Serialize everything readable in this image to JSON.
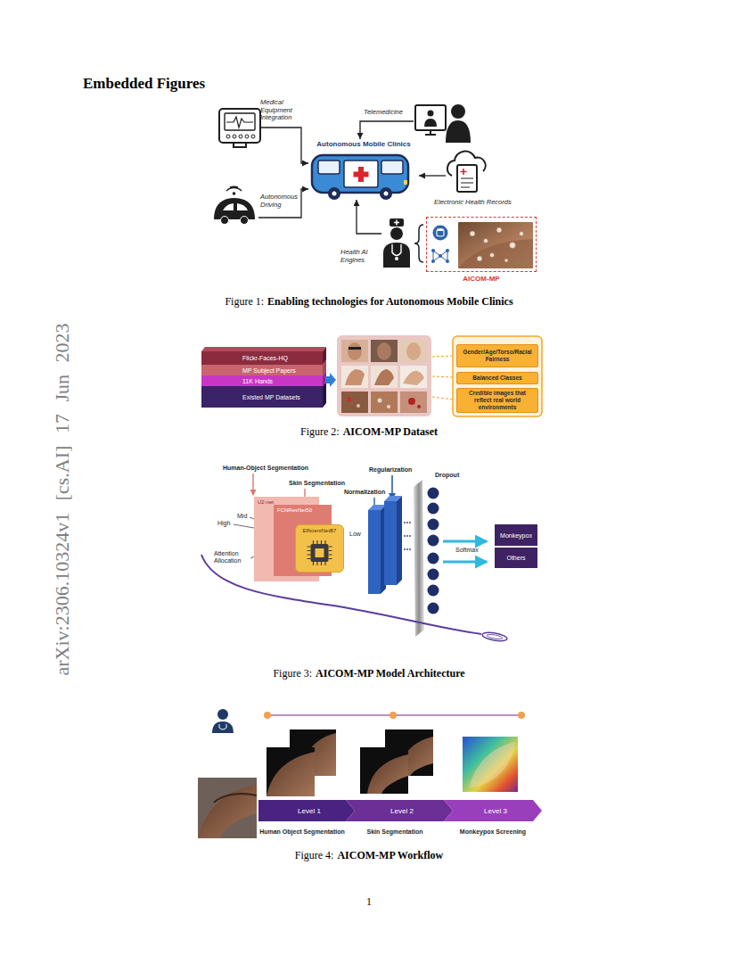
{
  "diagram": {
    "title": "Embedded Figures",
    "nodes": [
      {
        "text": [
          "Medical Equipment Integration"
        ]
      },
      {
        "text": [
          "Telemedicine"
        ]
      },
      {
        "text": [
          "Autonomous Mobile Clinics"
        ]
      },
      {
        "text": [
          "Electronic Health Records"
        ]
      },
      {
        "text": [
          "Autonomous Driving"
        ]
      },
      {
        "text": [
          "Health AI Engines"
        ]
      },
      {
        "text": [
          "AICOM-MP"
        ]
      },
      {
        "text": [
          "Flickr-Faces-HQ"
        ]
      },
      {
        "text": [
          "MP Subject Papers"
        ]
      },
      {
        "text": [
          "11K Hands"
        ]
      },
      {
        "text": [
          "Existed MP Datasets"
        ]
      },
      {
        "text": [
          "Gender/Age/Torso/Racial Fairness"
        ]
      },
      {
        "text": [
          "Balanced Classes"
        ]
      },
      {
        "text": [
          "Credible images that reflect real world environments"
        ]
      },
      {
        "text": [
          "U2-net"
        ]
      },
      {
        "text": [
          "FCNResNet50"
        ]
      },
      {
        "text": [
          "EfficientNetB7"
        ]
      },
      {
        "text": [
          "Monkeypox"
        ]
      },
      {
        "text": [
          "Others"
        ]
      },
      {
        "text": [
          "Level 1"
        ]
      },
      {
        "text": [
          "Level 2"
        ]
      },
      {
        "text": [
          "Level 3"
        ]
      }
    ],
    "edges": [
      {
        "from": 0,
        "to": 2,
        "arrow": "to"
      },
      {
        "from": 1,
        "to": 2,
        "arrow": "to"
      },
      {
        "from": 3,
        "to": 2,
        "arrow": "to"
      },
      {
        "from": 4,
        "to": 2,
        "arrow": "to"
      },
      {
        "from": 5,
        "to": 2,
        "arrow": "to"
      }
    ],
    "labels": [
      "arXiv:2306.10324v1 [cs.AI] 17 Jun 2023",
      "Figure 1:",
      "Enabling technologies for Autonomous Mobile Clinics",
      "Figure 2:",
      "AICOM-MP Dataset",
      "Human-Object Segmentation",
      "Skin Segmentation",
      "Regularization",
      "Dropout",
      "Normalization",
      "Mid",
      "High",
      "Attention Allocation",
      "Low",
      "Softmax",
      "Figure 3:",
      "AICOM-MP Model Architecture",
      "Human Object Segmentation",
      "Skin Segmentation",
      "Monkeypox Screening",
      "Figure 4:",
      "AICOM-MP Workflow",
      "1"
    ]
  }
}
